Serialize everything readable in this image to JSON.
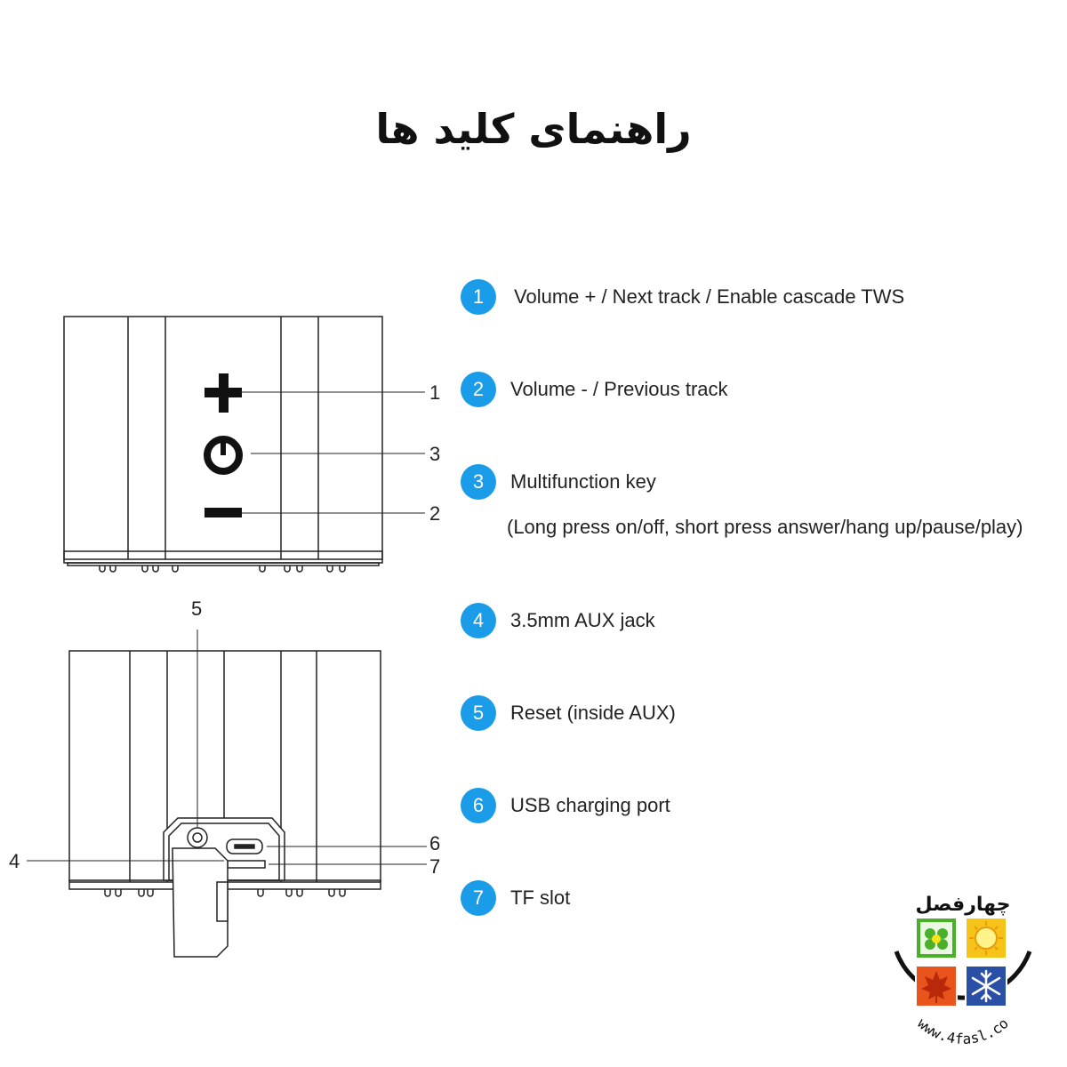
{
  "title": "راهنمای کلید ها",
  "callouts": {
    "c1": "1",
    "c2": "2",
    "c3": "3",
    "c4": "4",
    "c5": "5",
    "c6": "6",
    "c7": "7"
  },
  "legend": [
    {
      "num": "1",
      "text": "Volume + / Next track / Enable cascade TWS"
    },
    {
      "num": "2",
      "text": "Volume - / Previous track"
    },
    {
      "num": "3",
      "text": "Multifunction key"
    },
    {
      "num": "4",
      "text": "3.5mm AUX jack"
    },
    {
      "num": "5",
      "text": "Reset (inside AUX)"
    },
    {
      "num": "6",
      "text": "USB charging port"
    },
    {
      "num": "7",
      "text": "TF slot"
    }
  ],
  "legend_note": "(Long press on/off, short press answer/hang up/pause/play)",
  "logo": {
    "name": "چهارفصل",
    "url": "www.4fasl.co",
    "icons": [
      "flower-icon",
      "sun-icon",
      "leaf-icon",
      "snowflake-icon"
    ]
  },
  "colors": {
    "badge": "#1a9ce8",
    "logo_green": "#4caf2a",
    "logo_yellow": "#f6c318",
    "logo_orange": "#e8541c",
    "logo_blue": "#2a4fa6"
  }
}
